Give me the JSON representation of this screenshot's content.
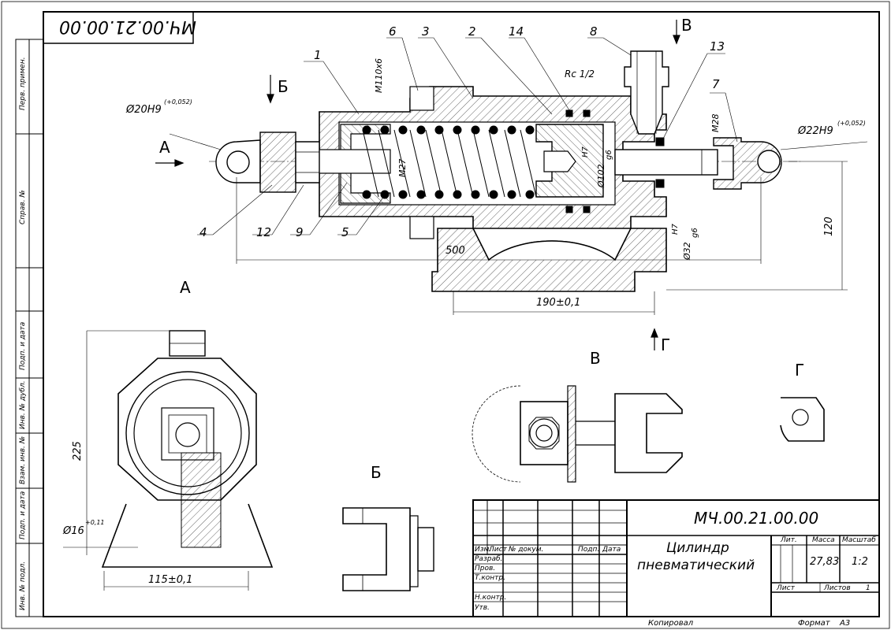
{
  "title_block": {
    "designation": "МЧ.00.21.00.00",
    "name_line1": "Цилиндр",
    "name_line2": "пневматический",
    "mass": "27,83",
    "scale": "1:2",
    "sheet_label": "Лист",
    "sheets_label": "Листов",
    "sheets_value": "1",
    "headers": {
      "lit": "Лит.",
      "mass": "Масса",
      "scale": "Масштаб"
    },
    "row_headers": [
      "Изм.",
      "Лист",
      "№ докум.",
      "Подп.",
      "Дата"
    ],
    "roles": [
      "Разраб.",
      "Пров.",
      "Т.контр.",
      "Н.контр.",
      "Утв."
    ],
    "copied": "Копировал",
    "format": "Формат",
    "format_value": "А3"
  },
  "stamp_top": "МЧ.00.21.00.00",
  "side_labels": [
    "Перв. примен.",
    "Справ. №",
    "Подп. и дата",
    "Инв. № дубл.",
    "Взам. инв. №",
    "Подп. и дата",
    "Инв. № подл."
  ],
  "views": {
    "A_label": "А",
    "B_label": "Б",
    "V_label": "В",
    "G_label": "Г",
    "arrow_A": "А",
    "arrow_B": "Б",
    "arrow_V": "В",
    "arrow_G": "Г"
  },
  "balloons": [
    "1",
    "6",
    "3",
    "2",
    "14",
    "8",
    "13",
    "7",
    "4",
    "12",
    "9",
    "5"
  ],
  "dimensions": {
    "d20": "Ø20H9",
    "d20_tol": "(+0,052)",
    "d22": "Ø22H9",
    "d22_tol": "(+0,052)",
    "m110": "M110x6",
    "m28": "M28",
    "rc": "Rc 1/2",
    "m27": "M27",
    "d102": "Ø102",
    "d102_fit_top": "H7",
    "d102_fit_bot": "g6",
    "d32": "Ø32",
    "d32_fit_top": "H7",
    "d32_fit_bot": "g6",
    "len500": "500",
    "len190": "190±0,1",
    "h120": "120",
    "h225": "225",
    "w115": "115±0,1",
    "d16": "Ø16",
    "d16_tol": "+0,11"
  }
}
